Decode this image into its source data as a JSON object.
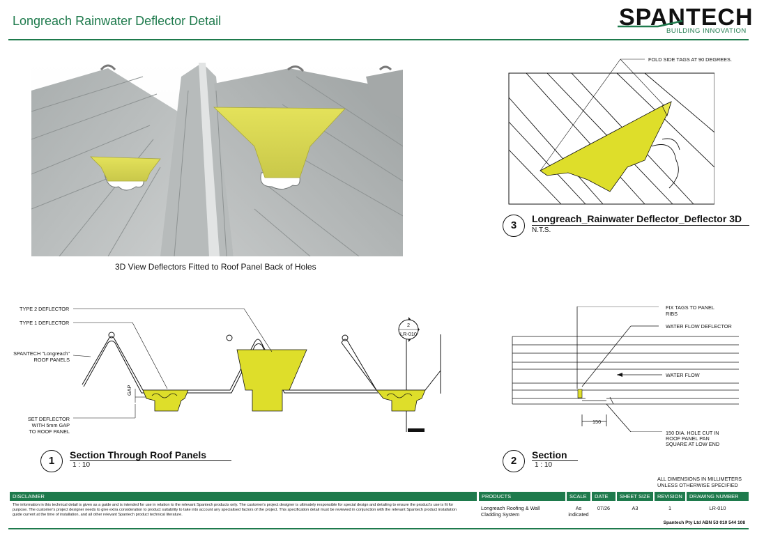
{
  "header": {
    "title": "Longreach Rainwater Deflector Detail",
    "logo_text": "SPANTECH",
    "logo_tagline": "BUILDING INNOVATION"
  },
  "view3d": {
    "caption": "3D View Deflectors Fitted to Roof Panel Back of Holes"
  },
  "detail3": {
    "number": "3",
    "title": "Longreach_Rainwater Deflector_Deflector 3D",
    "scale": "N.T.S.",
    "note_fold": "FOLD SIDE TAGS AT 90 DEGREES."
  },
  "section1": {
    "number": "1",
    "title": "Section Through Roof Panels",
    "scale": "1 : 10",
    "label_type2": "TYPE 2 DEFLECTOR",
    "label_type1": "TYPE 1 DEFLECTOR",
    "label_panels_1": "SPANTECH \"Longreach\"",
    "label_panels_2": "ROOF PANELS",
    "label_gap": "GAP",
    "label_set_1": "SET DEFLECTOR",
    "label_set_2": "WITH 5mm GAP",
    "label_set_3": "TO ROOF PANEL",
    "callout_num": "2",
    "callout_ref": "LR-010"
  },
  "section2": {
    "number": "2",
    "title": "Section",
    "scale": "1 : 10",
    "label_fix_1": "FIX TAGS TO PANEL",
    "label_fix_2": "RIBS",
    "label_deflector": "WATER FLOW DEFLECTOR",
    "label_waterflow": "WATER FLOW",
    "dim_150": "150",
    "label_hole_1": "150 DIA. HOLE CUT IN",
    "label_hole_2": "ROOF PANEL PAN",
    "label_hole_3": "SQUARE AT LOW END"
  },
  "dims_note": {
    "line1": "ALL DIMENSIONS IN MILLIMETERS",
    "line2": "UNLESS OTHERWISE SPECIFIED"
  },
  "titleblock": {
    "disclaimer_label": "DISCLAIMER",
    "disclaimer_text": "The information in this technical detail is given as a guide and is intended for use in relation to the relevant Spantech products only. The customer's project designer is ultimately responsible for special design and detailing to ensure the product's use is fit for purpose. The customer's project designer needs to give extra consideration to product suitability to take into account any specialised factors of the project. This specification detail must be reviewed in conjunction with the relevant Spantech product installation guide current at the time of installation, and all other relevant Spantech product technical literature.",
    "products_label": "PRODUCTS",
    "products_value": "Longreach Roofing & Wall Cladding System",
    "scale_label": "SCALE",
    "scale_value": "As indicated",
    "date_label": "DATE",
    "date_value": "07/26",
    "sheet_label": "SHEET SIZE",
    "sheet_value": "A3",
    "revision_label": "REVISION",
    "revision_value": "1",
    "drawing_label": "DRAWING NUMBER",
    "drawing_value": "LR-010",
    "company": "Spantech Pty Ltd ABN 53 010 544 108"
  },
  "colors": {
    "brand_green": "#1e7a4c",
    "deflector_yellow": "#dede2a"
  }
}
